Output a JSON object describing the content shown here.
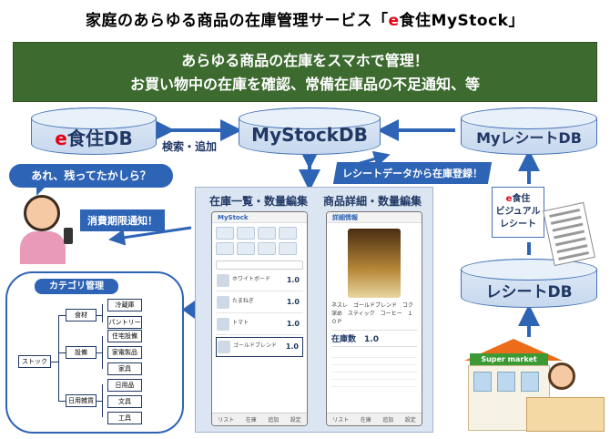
{
  "title": {
    "prefix": "家庭のあらゆる商品の在庫管理サービス「",
    "e": "e",
    "suffix": "食住MyStock」"
  },
  "banner": {
    "line1": "あらゆる商品の在庫をスマホで管理！",
    "line2": "お買い物中の在庫を確認、常備在庫品の不足通知、等"
  },
  "databases": {
    "eshokuju_e": "e",
    "eshokuju_rest": "食住DB",
    "mystock": "MyStockDB",
    "myreceipt": "MyレシートDB",
    "receipt": "レシートDB"
  },
  "labels": {
    "search_add": "検索・追加",
    "receipt_register": "レシートデータから在庫登録！",
    "expire_notice": "消費期限通知！",
    "speech": "あれ、残ってたかしら？",
    "visual_e": "e",
    "visual_line1": "食住",
    "visual_line2": "ビジュアル",
    "visual_line3": "レシート",
    "stock_list_edit": "在庫一覧・数量編集",
    "product_detail_edit": "商品詳細・数量編集",
    "supermarket": "Super market"
  },
  "phone1": {
    "app_name": "MyStock",
    "rows": [
      {
        "text": "ホワイトボード",
        "value": "1.0"
      },
      {
        "text": "たまねぎ",
        "value": "1.0"
      },
      {
        "text": "トマト",
        "value": "1.0"
      },
      {
        "text": "ゴールドブレンド",
        "value": "1.0"
      }
    ],
    "nav": [
      "リスト",
      "在庫",
      "追加",
      "設定"
    ]
  },
  "phone2": {
    "header": "詳細情報",
    "product": "ネスレ　ゴールドブレンド　コク深め　スティック　コーヒー　１０Ｐ",
    "qty_label": "在庫数",
    "qty": "1.0"
  },
  "category": {
    "title": "カテゴリ管理",
    "root": "ストック",
    "level1": [
      "食材",
      "設備",
      "日用雑貨"
    ],
    "level2": [
      "冷蔵庫",
      "パントリー",
      "住宅設備",
      "家電製品",
      "家具",
      "日用品",
      "文具",
      "工具"
    ]
  },
  "colors": {
    "accent": "#2e64b5",
    "banner": "#3d6b2f",
    "brand_red": "#e60012"
  }
}
